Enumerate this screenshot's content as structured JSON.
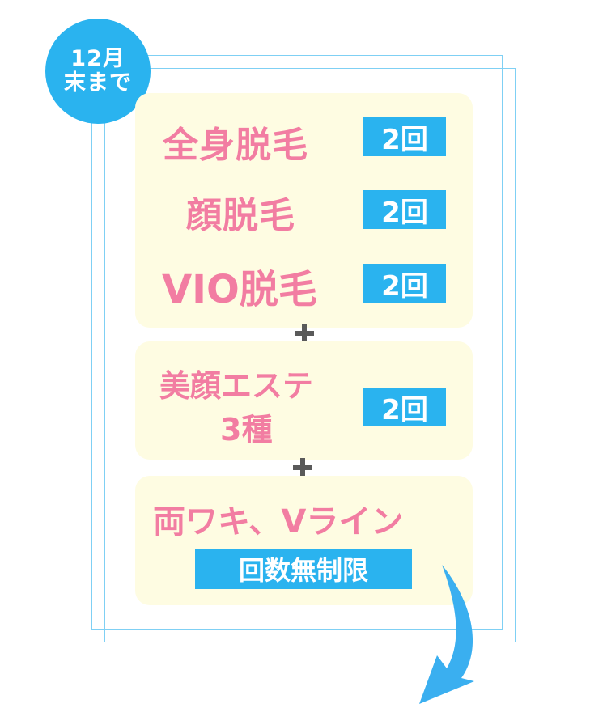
{
  "badge": {
    "line1": "12月",
    "line2": "末まで"
  },
  "panel1": {
    "items": [
      {
        "name": "全身脱毛",
        "count": "2回"
      },
      {
        "name": "顔脱毛",
        "count": "2回"
      },
      {
        "name": "VIO脱毛",
        "count": "2回"
      }
    ]
  },
  "plus_symbol": "+",
  "panel2": {
    "line1": "美顔エステ",
    "line2": "3種",
    "count": "2回"
  },
  "panel3": {
    "title": "両ワキ、Vライン",
    "tag": "回数無制限"
  },
  "colors": {
    "pink": "#f27da2",
    "blue": "#2ab3ef",
    "panel": "#fefce2",
    "frame": "#7fd0f4"
  }
}
